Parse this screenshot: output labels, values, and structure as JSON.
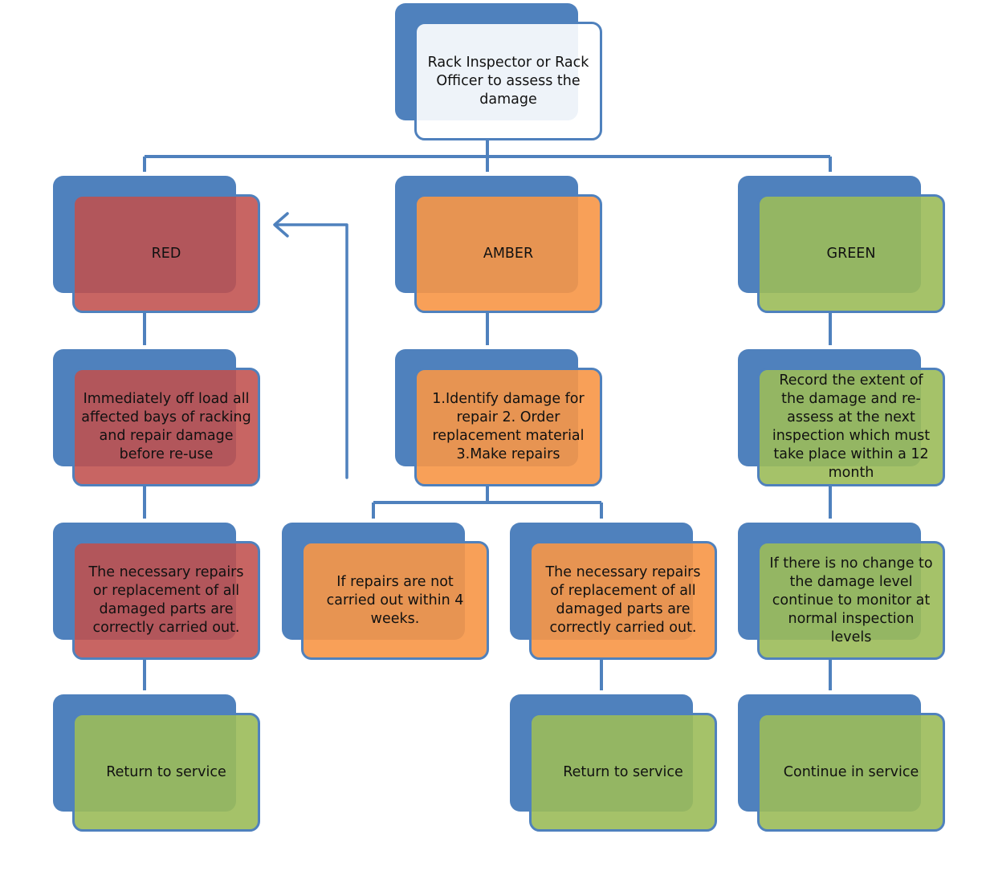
{
  "colors": {
    "connector": "#4f81bd",
    "red": "#c0504d",
    "amber": "#f79646",
    "green": "#9bbb59",
    "shadow": "#4f81bd"
  },
  "nodes": {
    "root": "Rack Inspector or Rack Officer to assess the damage",
    "red": "RED",
    "amber": "AMBER",
    "green": "GREEN",
    "red_action": "Immediately off load all affected bays of racking and repair damage before re-use",
    "amber_action": "1.Identify damage for repair 2. Order replacement material 3.Make repairs",
    "green_action": "Record the extent of the damage and re-assess at the next inspection which must take place within a 12 month",
    "red_repairs": "The necessary repairs or replacement of all damaged parts are correctly carried out.",
    "amber_not_repaired": "If repairs are not carried out within 4 weeks.",
    "amber_repairs": "The necessary repairs of replacement of all damaged parts are correctly carried out.",
    "green_no_change": "If there is no change to the damage level continue to monitor at normal inspection levels",
    "red_return": "Return to service",
    "amber_return": "Return to service",
    "green_continue": "Continue in service"
  }
}
